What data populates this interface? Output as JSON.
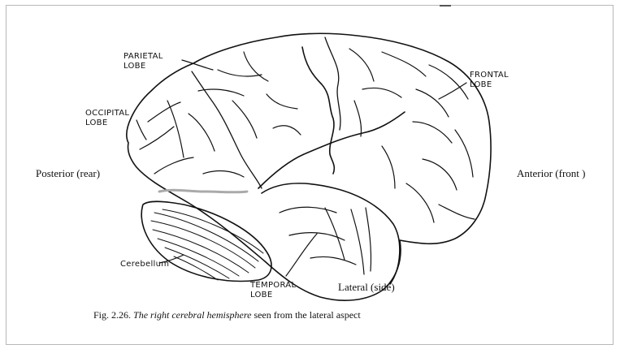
{
  "labels": {
    "parietal": "PARIETAL\nLOBE",
    "occipital": "OCCIPITAL\nLOBE",
    "frontal": "FRONTAL\nLOBE",
    "temporal": "TEMPORAL\nLOBE",
    "cerebellum": "Cerebellum"
  },
  "directions": {
    "posterior": "Posterior (rear)",
    "anterior": "Anterior (front )",
    "lateral": "Lateral (side)"
  },
  "caption": {
    "prefix": "Fig. 2.26. ",
    "italic": "The right cerebral hemisphere",
    "suffix": " seen from the lateral aspect"
  }
}
